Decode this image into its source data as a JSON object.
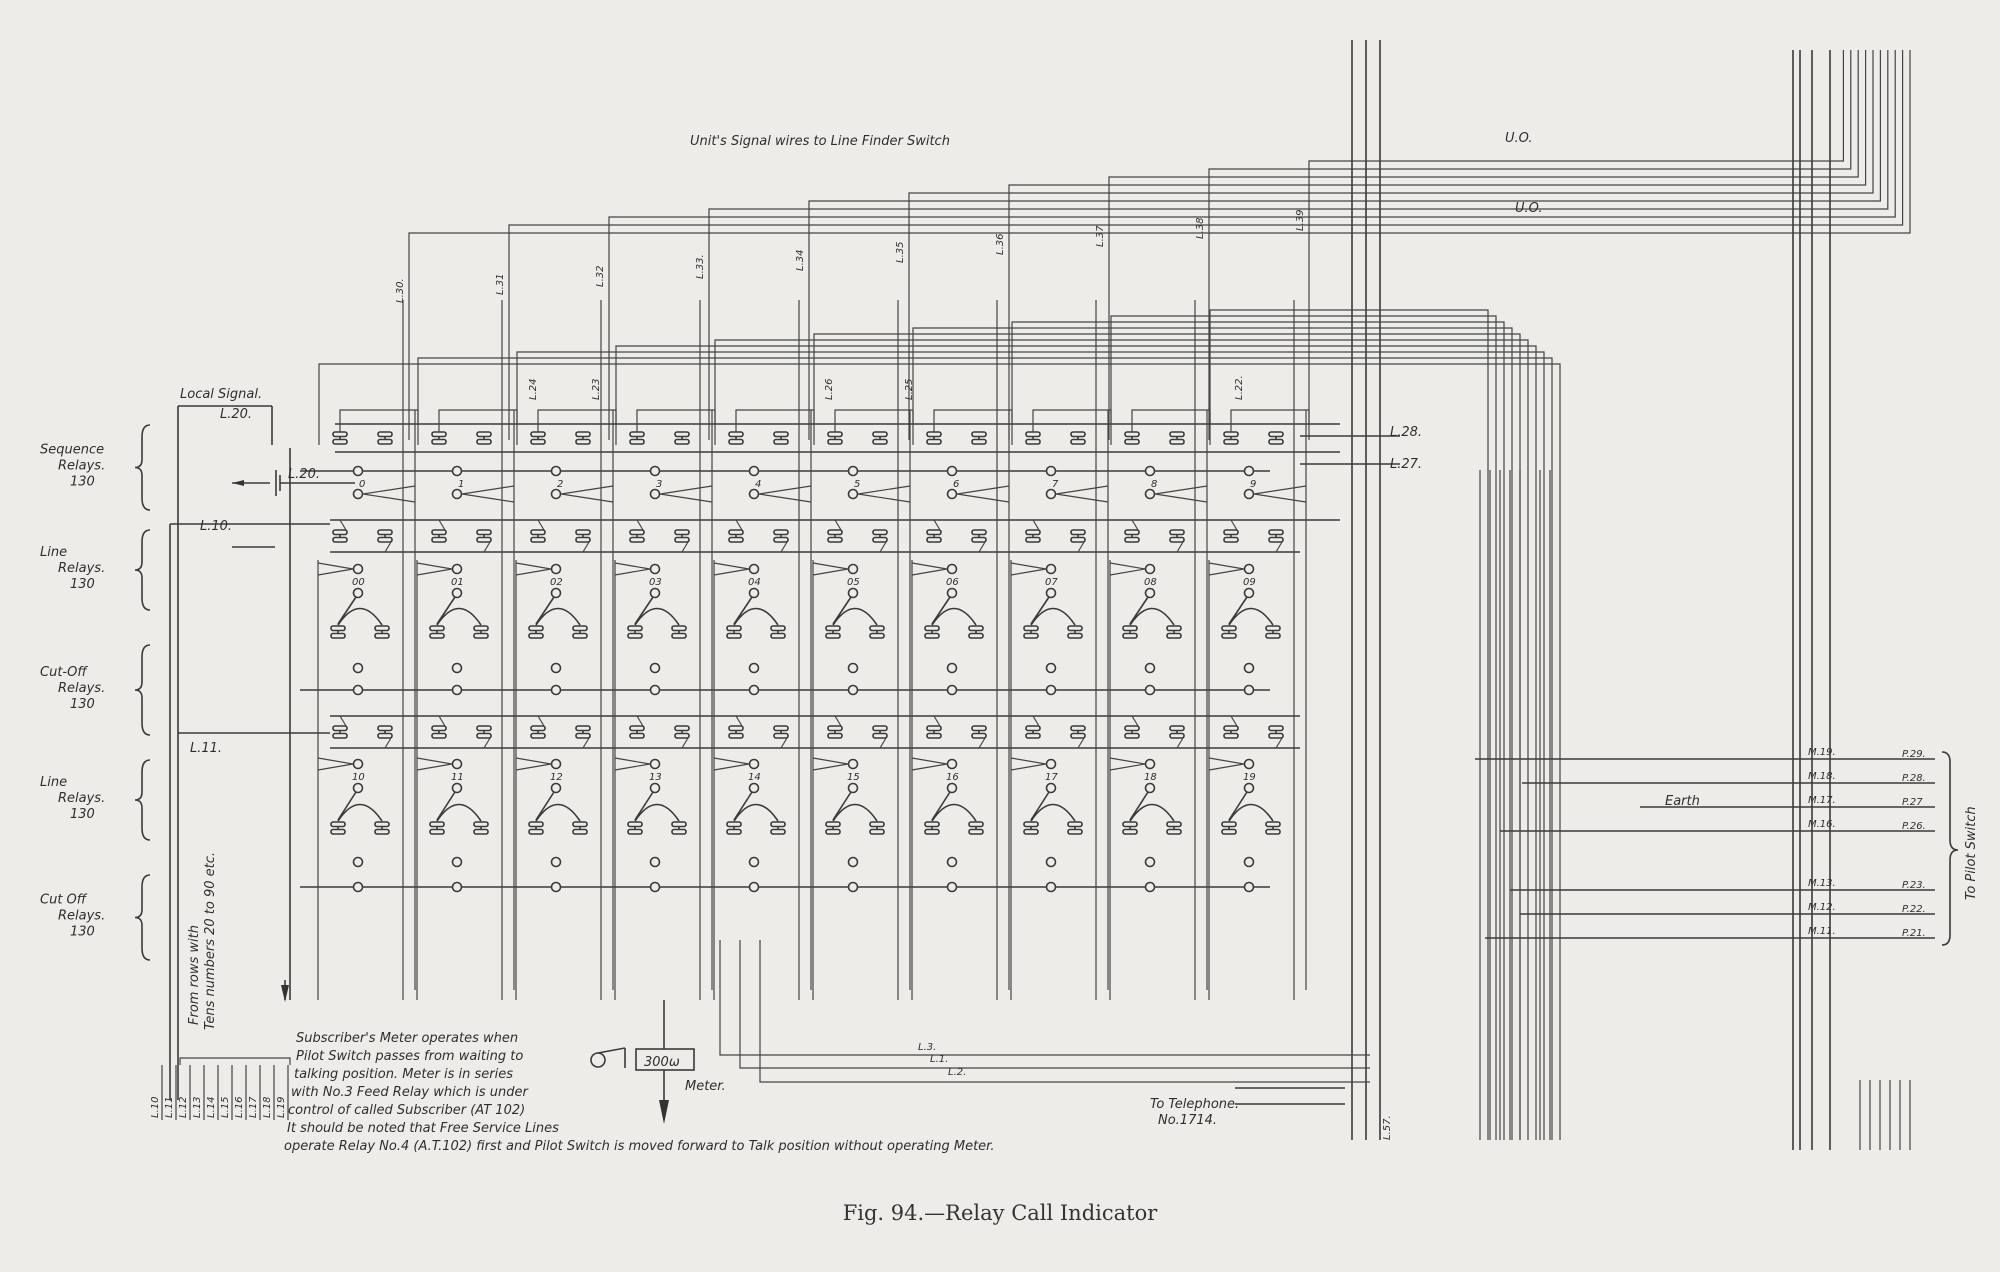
{
  "figure": {
    "caption": "Fig. 94.—Relay Call Indicator"
  },
  "top": {
    "unit_signal_note": "Unit's Signal wires to Line Finder Switch",
    "uo_top": "U.O.",
    "uo_bottom": "U.O.",
    "unit_wire_labels": [
      "L.30.",
      "L.31",
      "L.32",
      "L.33.",
      "L.34",
      "L.35",
      "L.36",
      "L.37",
      "L.38",
      "L.39"
    ]
  },
  "groups": [
    {
      "line1": "Sequence",
      "line2": "Relays.",
      "line3": "130"
    },
    {
      "line1": "Line",
      "line2": "Relays.",
      "line3": "130"
    },
    {
      "line1": "Cut-Off",
      "line2": "Relays.",
      "line3": "130"
    },
    {
      "line1": "Line",
      "line2": "Relays.",
      "line3": "130"
    },
    {
      "line1": "Cut Off",
      "line2": "Relays.",
      "line3": "130"
    }
  ],
  "local_signal": {
    "label": "Local Signal.",
    "line": "L.20."
  },
  "wires": {
    "l20": "L.20.",
    "l10": "L.10.",
    "l11": "L.11.",
    "l28": "L.28.",
    "l27": "L.27."
  },
  "mid_labels": [
    "L.24",
    "L.23",
    "L.26",
    "L.25",
    "L.22."
  ],
  "seq_contacts": [
    "0",
    "1",
    "2",
    "3",
    "4",
    "5",
    "6",
    "7",
    "8",
    "9"
  ],
  "row1_contacts": [
    "00",
    "01",
    "02",
    "03",
    "04",
    "05",
    "06",
    "07",
    "08",
    "09"
  ],
  "row2_contacts": [
    "10",
    "11",
    "12",
    "13",
    "14",
    "15",
    "16",
    "17",
    "18",
    "19"
  ],
  "pilot": {
    "earth": "Earth",
    "to_pilot_switch": "To Pilot Switch",
    "rows": [
      {
        "m": "M.19.",
        "p": "P.29."
      },
      {
        "m": "M.18.",
        "p": "P.28."
      },
      {
        "m": "M.17.",
        "p": "P.27"
      },
      {
        "m": "M.16.",
        "p": "P.26."
      },
      {
        "m": "M.13.",
        "p": "P.23."
      },
      {
        "m": "M.12.",
        "p": "P.22."
      },
      {
        "m": "M.11.",
        "p": "P.21."
      }
    ]
  },
  "meter": {
    "resistance": "300ω",
    "label": "Meter.",
    "lines": [
      "L.3.",
      "L.1.",
      "L.2."
    ]
  },
  "note": [
    "Subscriber's Meter operates when",
    "Pilot Switch passes from waiting to",
    "talking position. Meter is in series",
    "with No.3 Feed Relay which is under",
    "control of called Subscriber (AT 102)",
    "It should be noted that Free Service Lines",
    "operate Relay No.4 (A.T.102) first and Pilot Switch is moved forward to Talk position without operating Meter."
  ],
  "rotated_note": [
    "From rows with",
    "Tens numbers 20 to 90 etc."
  ],
  "telephone": {
    "line1": "To Telephone.",
    "line2": "No.1714."
  },
  "bottom_left_labels": [
    "L.10",
    "L.11",
    "L.12",
    "L.13",
    "L.14",
    "L.15",
    "L.16",
    "L.17",
    "L.18",
    "L.19"
  ],
  "bottom_right_label": "L.57."
}
